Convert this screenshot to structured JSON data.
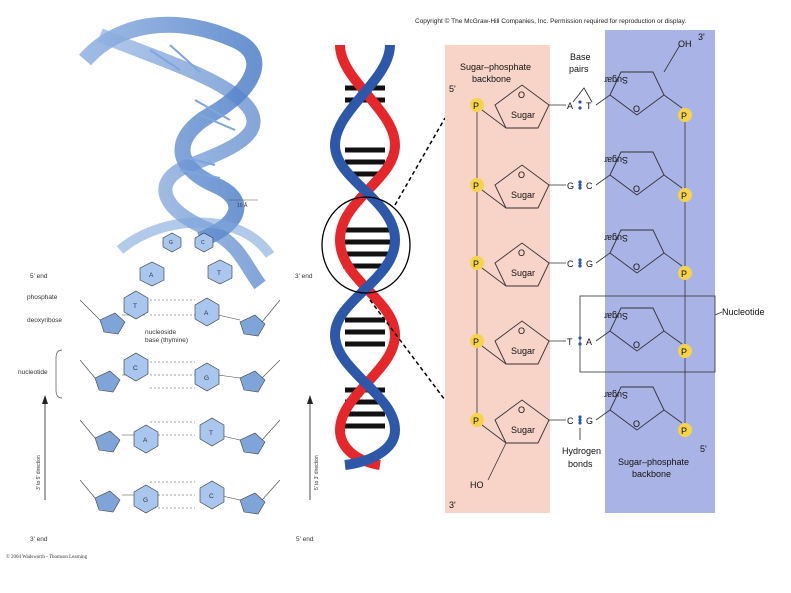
{
  "header": {
    "copyright": "Copyright © The McGraw-Hill Companies, Inc. Permission required for reproduction or display.",
    "credit": "© 2004 Wadsworth - Thomson Learning"
  },
  "left_panel": {
    "scale_label": "10 Å",
    "top_end": "5' end",
    "bottom_end": "3' end",
    "right_top_end": "3' end",
    "right_bottom_end": "5' end",
    "phosphate": "phosphate",
    "deoxyribose": "deoxyribose",
    "nucleoside": "nucleoside",
    "nucleoside_base": "base (thymine)",
    "nucleotide": "nucleotide",
    "left_direction": "3' to 5' direction",
    "right_direction": "5' to 3' direction",
    "bases_left": [
      "T",
      "C",
      "A",
      "G"
    ],
    "bases_right": [
      "A",
      "G",
      "T",
      "C"
    ],
    "helix_bases": [
      "G",
      "C",
      "A",
      "T"
    ]
  },
  "right_panel": {
    "left_backbone": "Sugar–phosphate backbone",
    "right_backbone": "Sugar–phosphate backbone",
    "base_pairs": "Base pairs",
    "hydrogen_bonds": "Hydrogen bonds",
    "nucleotide": "Nucleotide",
    "five_prime_top": "5'",
    "three_prime_bottom": "3'",
    "three_prime_top": "3'",
    "five_prime_bottom": "5'",
    "oh_top": "OH",
    "ho_bottom": "HO",
    "sugar": "Sugar",
    "o_label": "O",
    "phosphate": "P",
    "phosphate_flipped": "P",
    "pairs": [
      {
        "left": "A",
        "right": "T"
      },
      {
        "left": "G",
        "right": "C"
      },
      {
        "left": "C",
        "right": "G"
      },
      {
        "left": "T",
        "right": "A"
      },
      {
        "left": "C",
        "right": "G"
      }
    ],
    "colors": {
      "left_backbone_bg": "#f8d3c8",
      "right_backbone_bg": "#aab3e6",
      "phosphate": "#f5d44a",
      "helix_red": "#e5262b",
      "helix_blue": "#2d57a8"
    }
  }
}
